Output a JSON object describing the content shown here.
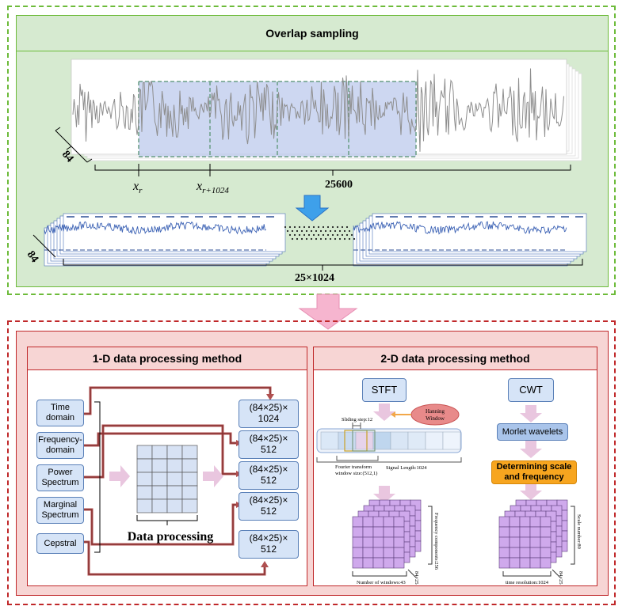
{
  "overlap": {
    "title": "Overlap sampling",
    "depth_label": "84",
    "length_label": "25600",
    "start_symbol": "x",
    "start_sub": "r",
    "end_symbol": "x",
    "end_sub": "r+1024",
    "bottom_depth_label": "84",
    "bottom_length_label": "25×1024"
  },
  "one_d": {
    "title": "1-D data processing method",
    "inputs": [
      "Time domain",
      "Frequency-domain",
      "Power Spectrum",
      "Marginal Spectrum",
      "Cepstral"
    ],
    "outputs": [
      "(84×25)×\n1024",
      "(84×25)×\n512",
      "(84×25)×\n512",
      "(84×25)×\n512",
      "(84×25)×\n512"
    ],
    "matrix_caption": "Data processing"
  },
  "two_d": {
    "title": "2-D data processing method",
    "stft_label": "STFT",
    "hanning_label": "Hanning\nWindow",
    "sliding_step": "Sliding step:12",
    "fourier_window": "Fourier transform\nwindow size:(512,1)",
    "signal_length": "Signal Length:1024",
    "freq_components": "Frequency components:256",
    "num_windows": "Number of windows:43",
    "stft_depth": "84×25",
    "cwt_label": "CWT",
    "morlet_label": "Morlet wavelets",
    "scale_label": "Determining scale\nand frequency",
    "scale_number": "Scale number:80",
    "time_resolution": "time resolution:1024",
    "cwt_depth": "84×25"
  },
  "colors": {
    "green_border": "#6dbb3a",
    "green_fill": "#d6ead0",
    "red_border": "#c0282a",
    "red_fill": "#f7d5d4",
    "box_blue": "#d6e4f7",
    "purple": "#c9a8e8",
    "signal_blue": "#3d63b5",
    "arrow_pink": "#f6b5cf",
    "orange": "#f7a51f"
  }
}
